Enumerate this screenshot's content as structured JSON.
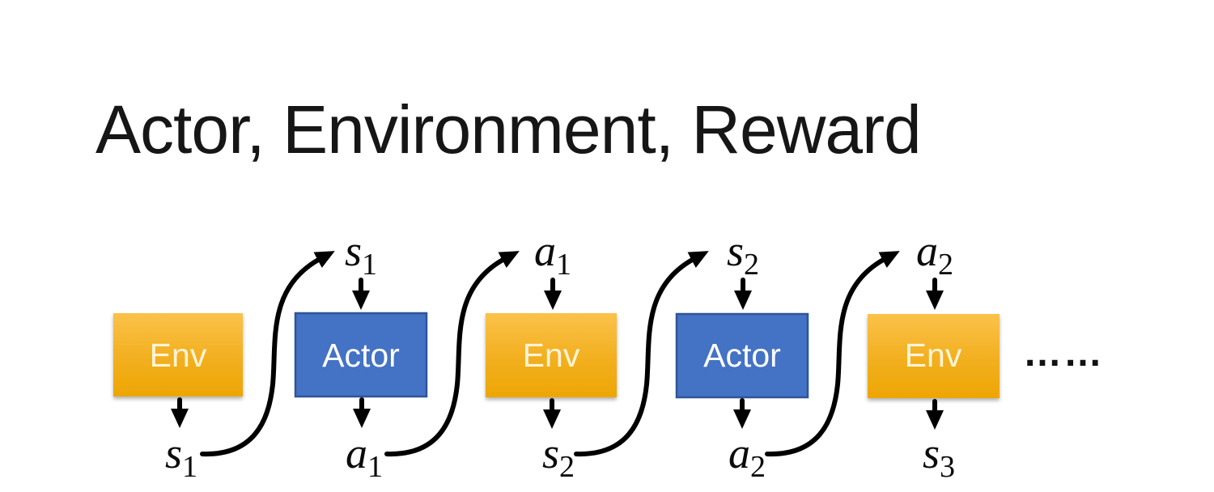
{
  "title": "Actor, Environment, Reward",
  "diagram": {
    "boxes": [
      {
        "type": "env",
        "label": "Env"
      },
      {
        "type": "actor",
        "label": "Actor"
      },
      {
        "type": "env",
        "label": "Env"
      },
      {
        "type": "actor",
        "label": "Actor"
      },
      {
        "type": "env",
        "label": "Env"
      }
    ],
    "top_labels": [
      {
        "main": "s",
        "sub": "1"
      },
      {
        "main": "a",
        "sub": "1"
      },
      {
        "main": "s",
        "sub": "2"
      },
      {
        "main": "a",
        "sub": "2"
      }
    ],
    "bottom_labels": [
      {
        "main": "s",
        "sub": "1"
      },
      {
        "main": "a",
        "sub": "1"
      },
      {
        "main": "s",
        "sub": "2"
      },
      {
        "main": "a",
        "sub": "2"
      },
      {
        "main": "s",
        "sub": "3"
      }
    ],
    "ellipsis": "……",
    "colors": {
      "env_gradient_top": "#FBC24A",
      "env_gradient_mid": "#F2AF1F",
      "env_gradient_bottom": "#EDA602",
      "env_text": "#FDF4D7",
      "actor_fill": "#4472C4",
      "actor_border": "#2F5597",
      "actor_text": "#FFFFFF",
      "arrow": "#000000",
      "title_text": "#161616",
      "background": "#FFFFFF"
    }
  }
}
